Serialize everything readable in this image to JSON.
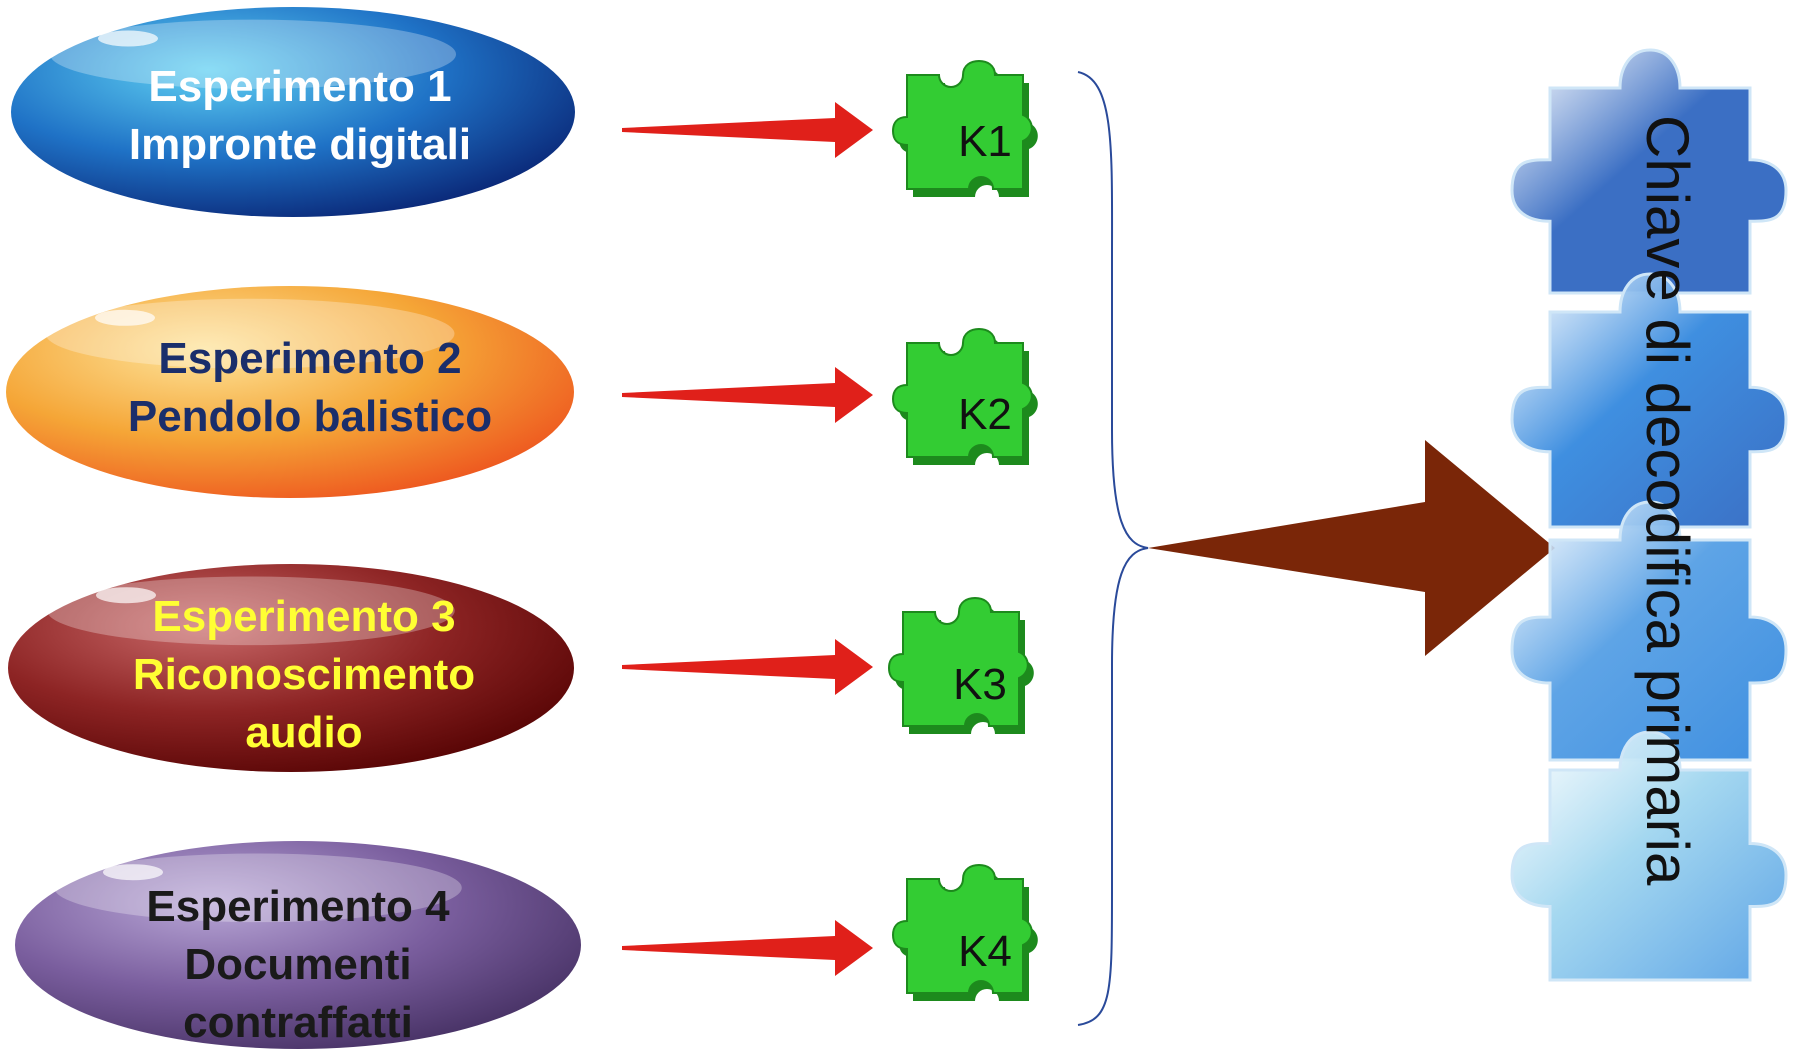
{
  "experiments": [
    {
      "id": "exp1",
      "title": "Esperimento 1",
      "lines": [
        "Impronte digitali"
      ],
      "text_color": "#ffffff",
      "colors": {
        "light": "#5fd0f2",
        "mid": "#1f72c6",
        "dark": "#0b2a7a"
      }
    },
    {
      "id": "exp2",
      "title": "Esperimento 2",
      "lines": [
        "Pendolo balistico"
      ],
      "text_color": "#1a2e6b",
      "colors": {
        "light": "#fde39a",
        "mid": "#f5a637",
        "dark": "#ee5a20"
      }
    },
    {
      "id": "exp3",
      "title": "Esperimento 3",
      "lines": [
        "Riconoscimento",
        "audio"
      ],
      "text_color": "#ffff33",
      "colors": {
        "light": "#c86868",
        "mid": "#8d2424",
        "dark": "#5a0606"
      }
    },
    {
      "id": "exp4",
      "title": "Esperimento 4",
      "lines": [
        "Documenti",
        "contraffatti"
      ],
      "text_color": "#1a1a1a",
      "colors": {
        "light": "#b8a6d6",
        "mid": "#7a5e9e",
        "dark": "#4a3468"
      }
    }
  ],
  "keys": [
    {
      "label": "K1"
    },
    {
      "label": "K2"
    },
    {
      "label": "K3"
    },
    {
      "label": "K4"
    }
  ],
  "primary_key": {
    "label": "Chiave di decodifica primaria",
    "piece_colors": [
      "#3b6fc4",
      "#3f8fe0",
      "#5ea4e6",
      "#a5d8f0"
    ]
  },
  "colors": {
    "small_arrow": "#e0201a",
    "big_arrow": "#7a2608",
    "brace": "#2a4a9a",
    "puzzle_green": "#33cc33",
    "puzzle_green_dark": "#1d8a1d"
  }
}
